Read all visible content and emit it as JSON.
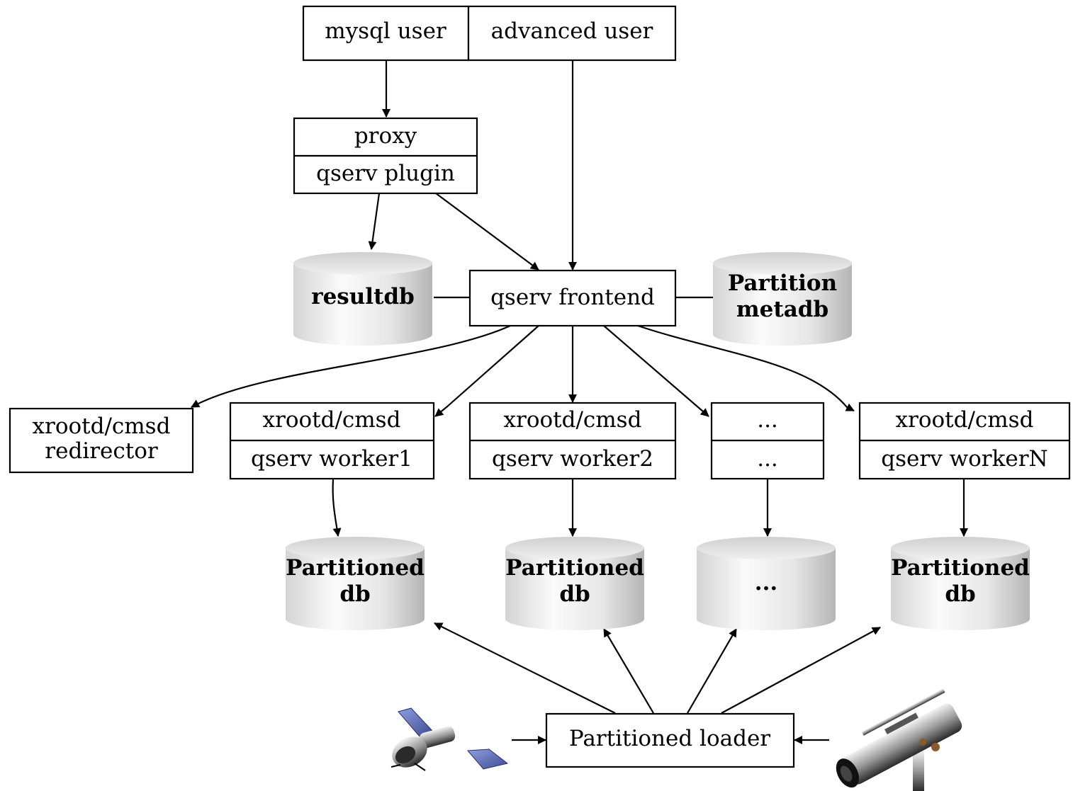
{
  "nodes": {
    "mysql_user": "mysql user",
    "advanced_user": "advanced user",
    "proxy": "proxy",
    "qserv_plugin": "qserv plugin",
    "resultdb": "resultdb",
    "qserv_frontend": "qserv frontend",
    "partition_metadb_line1": "Partition",
    "partition_metadb_line2": "metadb",
    "redirector_line1": "xrootd/cmsd",
    "redirector_line2": "redirector",
    "worker1_top": "xrootd/cmsd",
    "worker1_bottom": "qserv worker1",
    "worker2_top": "xrootd/cmsd",
    "worker2_bottom": "qserv worker2",
    "workerdots_top": "...",
    "workerdots_bottom": "...",
    "workerN_top": "xrootd/cmsd",
    "workerN_bottom": "qserv workerN",
    "pdb1_line1": "Partitioned",
    "pdb1_line2": "db",
    "pdb2_line1": "Partitioned",
    "pdb2_line2": "db",
    "pdbdots": "...",
    "pdbN_line1": "Partitioned",
    "pdbN_line2": "db",
    "loader": "Partitioned loader"
  },
  "icons": {
    "left": "satellite-icon",
    "right": "telescope-icon"
  },
  "colors": {
    "cylinder_light": "#ffffff",
    "cylinder_dark": "#bdbdbd",
    "satellite_panel": "#4a5aa8"
  }
}
